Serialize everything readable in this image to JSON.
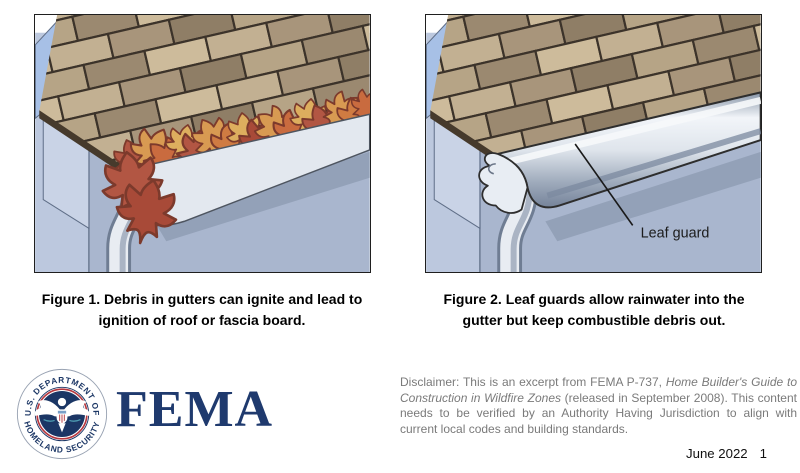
{
  "figures": {
    "figure1": {
      "lines": [
        "Figure 1. Debris in gutters can ignite and lead to",
        "ignition of roof or fascia board."
      ]
    },
    "figure2": {
      "lines": [
        "Figure 2. Leaf guards allow rainwater into the",
        "gutter but keep combustible debris out."
      ],
      "annotation": "Leaf guard"
    }
  },
  "logo": {
    "seal_top_text": "U.S. DEPARTMENT OF",
    "seal_bottom_text": "HOMELAND SECURITY",
    "wordmark": "FEMA"
  },
  "disclaimer": {
    "prefix": "Disclaimer: This is an excerpt from FEMA P-737, ",
    "italic_title": "Home Builder's Guide to Construction in Wildfire Zones",
    "suffix": " (released in September 2008). This content needs to be verified by an Authority Having Jurisdiction to align with current local codes and building standards."
  },
  "footer": {
    "date": "June 2022",
    "page_number": "1"
  },
  "colors": {
    "fema_navy": "#1f3a6e",
    "seal_navy": "#1b3665",
    "seal_red": "#b6373e",
    "disclaimer_gray": "#7a7a7a",
    "caption_black": "#000000",
    "wall_blue": "#a9b6ce",
    "shingle_tan": "#b6a486",
    "leaf_red": "#b25643",
    "leaf_orange": "#d89a52",
    "gutter_gray": "#e3e8ef"
  }
}
